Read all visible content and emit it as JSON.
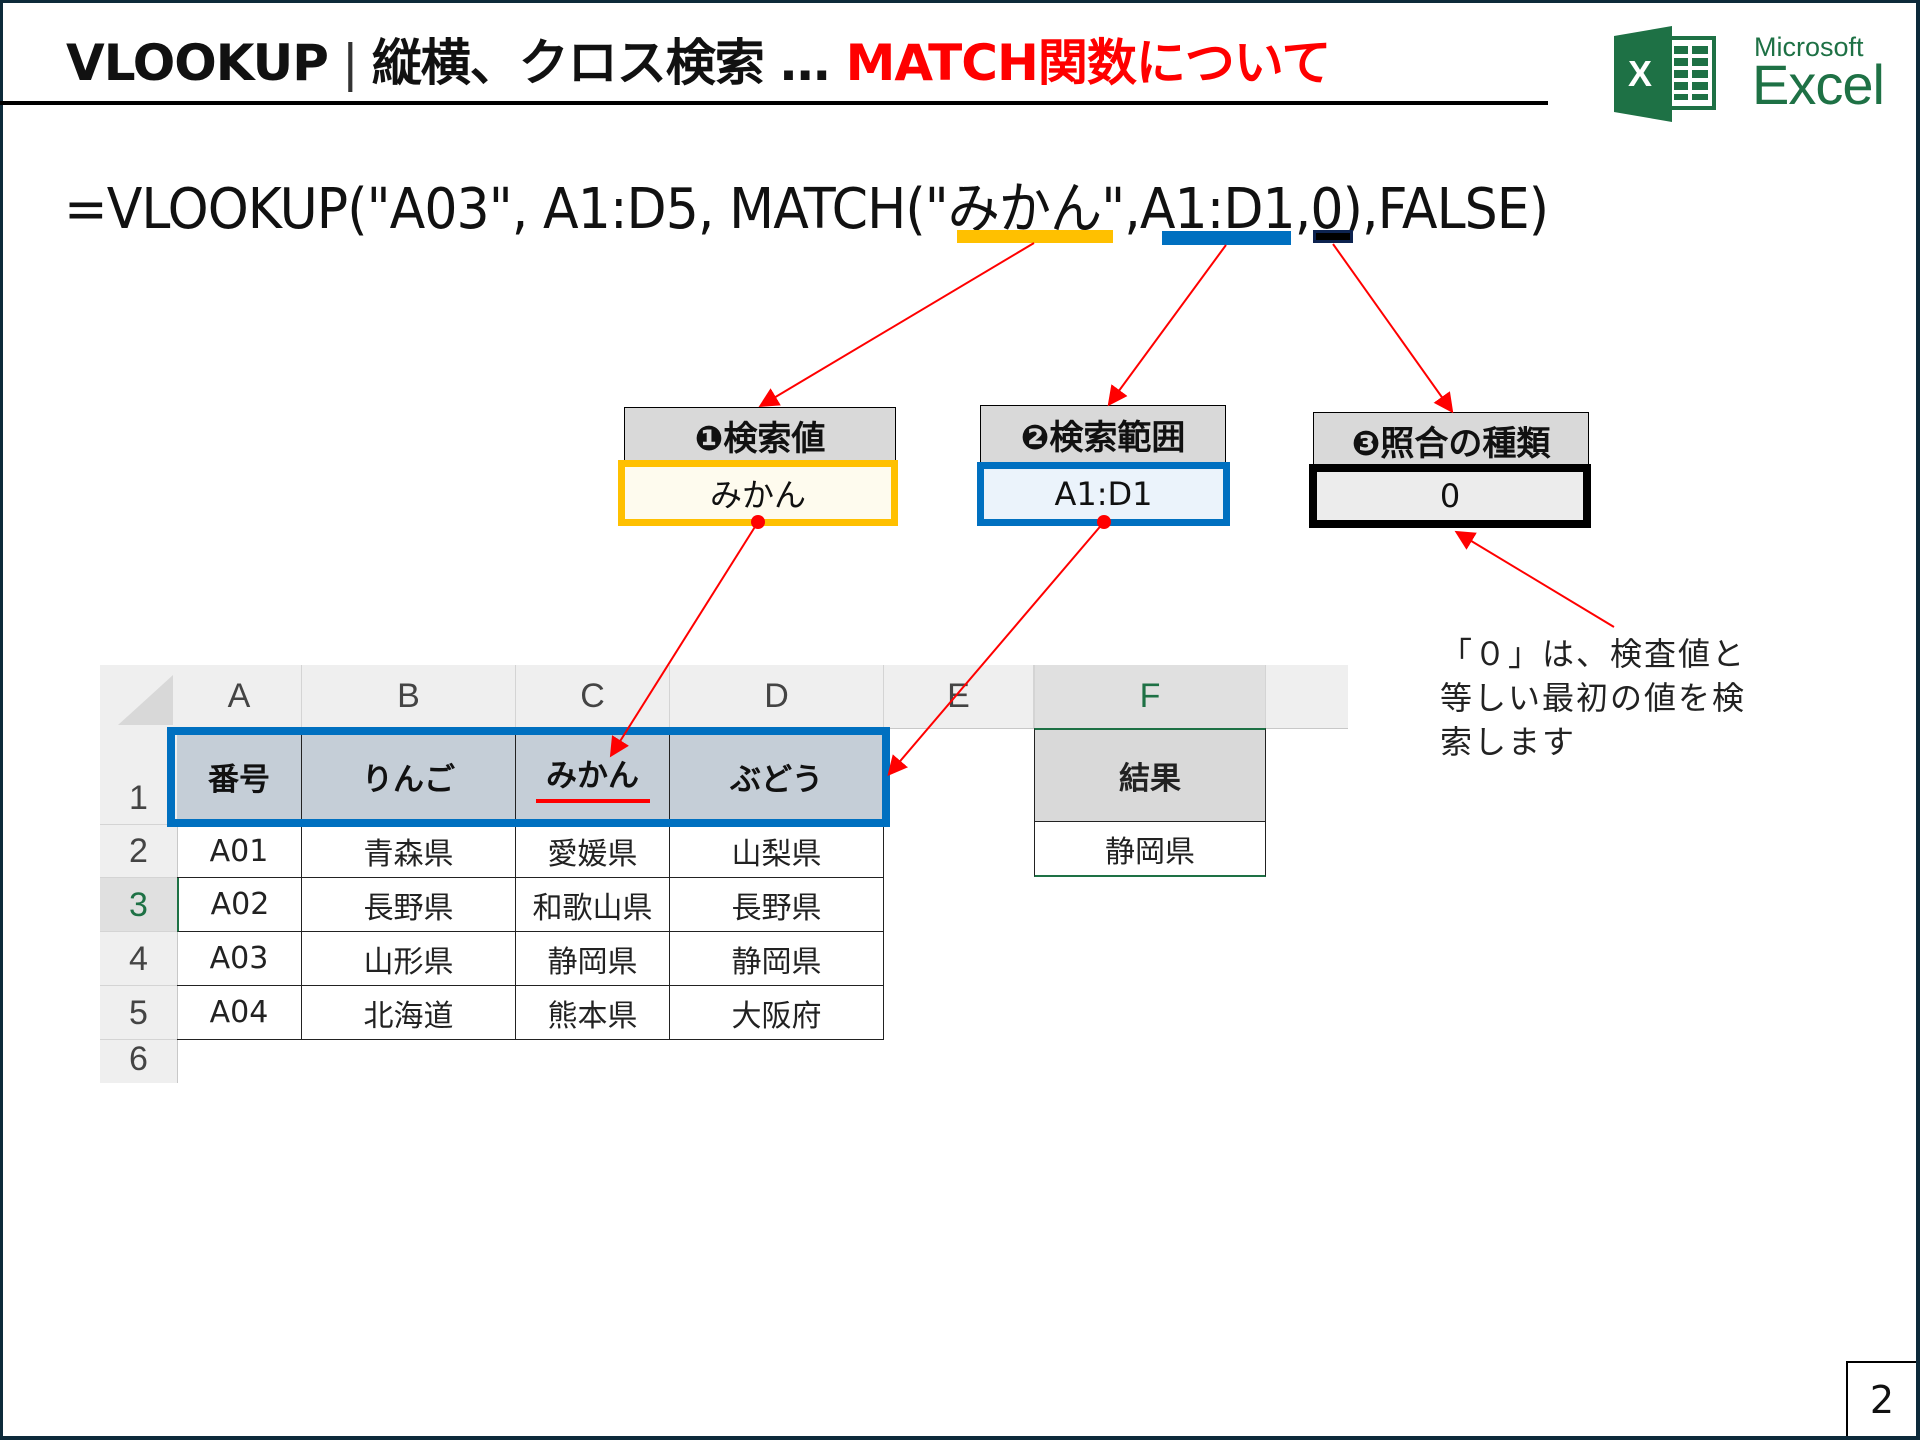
{
  "header": {
    "title_part1": "VLOOKUP",
    "title_sep": "|",
    "title_part2": "縦横、クロス検索 …",
    "title_highlight": "MATCH関数について",
    "highlight_color": "#ff0000",
    "logo": {
      "icon": "excel-logo-icon",
      "letter": "X",
      "word1": "Microsoft",
      "word2": "Excel",
      "color": "#1e7145"
    }
  },
  "formula": {
    "text_before": "=VLOOKUP(\"A03\", A1:D5, MATCH(\"",
    "arg1": "みかん",
    "text_mid1": "\",",
    "arg2": "A1:D1",
    "text_mid2": ",",
    "arg3": "0",
    "text_after": "),FALSE)"
  },
  "labels": [
    {
      "title": "❶検索値",
      "value": "みかん",
      "border_color": "#ffc000",
      "fill": "#fefbee"
    },
    {
      "title": "❷検索範囲",
      "value": "A1:D1",
      "border_color": "#0070c0",
      "fill": "#ebf3fb"
    },
    {
      "title": "❸照合の種類",
      "value": "0",
      "border_color": "#000000",
      "fill": "#ececec"
    }
  ],
  "note": {
    "lines": [
      "「０」は、検査値と",
      "等しい最初の値を検",
      "索します"
    ]
  },
  "sheet": {
    "columns": [
      "A",
      "B",
      "C",
      "D",
      "E",
      "F"
    ],
    "active_column": "F",
    "rows": [
      "1",
      "2",
      "3",
      "4",
      "5",
      "6"
    ],
    "active_row": "3",
    "header_row": [
      "番号",
      "りんご",
      "みかん",
      "ぶどう"
    ],
    "data": [
      [
        "A01",
        "青森県",
        "愛媛県",
        "山梨県"
      ],
      [
        "A02",
        "長野県",
        "和歌山県",
        "長野県"
      ],
      [
        "A03",
        "山形県",
        "静岡県",
        "静岡県"
      ],
      [
        "A04",
        "北海道",
        "熊本県",
        "大阪府"
      ]
    ],
    "result_header": "結果",
    "result_value": "静岡県"
  },
  "footer": {
    "page_number": "2"
  }
}
